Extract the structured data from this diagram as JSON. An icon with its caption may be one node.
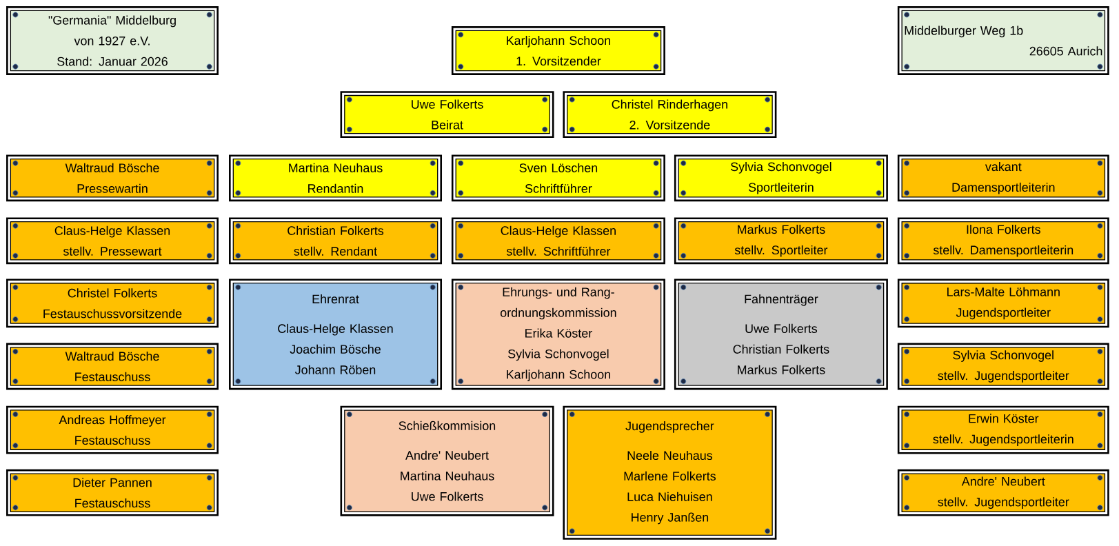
{
  "diagram": {
    "nodes": [
      {
        "text": [
          "\"Germania\" Middelburg",
          "von 1927 e.V.",
          "Stand: Januar 2026"
        ]
      },
      {
        "text": [
          "Karljohann Schoon",
          "1. Vorsitzender"
        ]
      },
      {
        "text": [
          "Middelburger Weg 1b",
          "26605 Aurich"
        ]
      },
      {
        "text": [
          "Uwe Folkerts",
          "Beirat"
        ]
      },
      {
        "text": [
          "Christel Rinderhagen",
          "2. Vorsitzende"
        ]
      },
      {
        "text": [
          "Waltraud Bösche",
          "Pressewartin"
        ]
      },
      {
        "text": [
          "Martina Neuhaus",
          "Rendantin"
        ]
      },
      {
        "text": [
          "Sven Löschen",
          "Schriftführer"
        ]
      },
      {
        "text": [
          "Sylvia Schonvogel",
          "Sportleiterin"
        ]
      },
      {
        "text": [
          "vakant",
          "Damensportleiterin"
        ]
      },
      {
        "text": [
          "Claus-Helge Klassen",
          "stellv. Pressewart"
        ]
      },
      {
        "text": [
          "Christian Folkerts",
          "stellv. Rendant"
        ]
      },
      {
        "text": [
          "Claus-Helge Klassen",
          "stellv. Schriftführer"
        ]
      },
      {
        "text": [
          "Markus Folkerts",
          "stellv. Sportleiter"
        ]
      },
      {
        "text": [
          "Ilona Folkerts",
          "stellv. Damensportleiterin"
        ]
      },
      {
        "text": [
          "Christel Folkerts",
          "Festauschussvorsitzende"
        ]
      },
      {
        "text": [
          "Ehrenrat",
          "Claus-Helge Klassen",
          "Joachim Bösche",
          "Johann Röben"
        ]
      },
      {
        "text": [
          "Ehrungs- und Rang-ordnungskommission",
          "Erika Köster",
          "Sylvia Schonvogel",
          "Karljohann Schoon"
        ]
      },
      {
        "text": [
          "Fahnenträger",
          "Uwe Folkerts",
          "Christian Folkerts",
          "Markus Folkerts"
        ]
      },
      {
        "text": [
          "Lars-Malte Löhmann",
          "Jugendsportleiter"
        ]
      },
      {
        "text": [
          "Waltraud Bösche",
          "Festauschuss"
        ]
      },
      {
        "text": [
          "Sylvia Schonvogel",
          "stellv. Jugendsportleiter"
        ]
      },
      {
        "text": [
          "Andreas Hoffmeyer",
          "Festauschuss"
        ]
      },
      {
        "text": [
          "Schießkommision",
          "Andre' Neubert",
          "Martina Neuhaus",
          "Uwe Folkerts"
        ]
      },
      {
        "text": [
          "Jugendsprecher",
          "Neele Neuhaus",
          "Marlene Folkerts",
          "Luca Niehuisen",
          "Henry Janßen"
        ]
      },
      {
        "text": [
          "Erwin Köster",
          "stellv. Jugendsportleiterin"
        ]
      },
      {
        "text": [
          "Dieter Pannen",
          "Festauschuss"
        ]
      },
      {
        "text": [
          "Andre' Neubert",
          "stellv. Jugendsportleiter"
        ]
      }
    ]
  }
}
